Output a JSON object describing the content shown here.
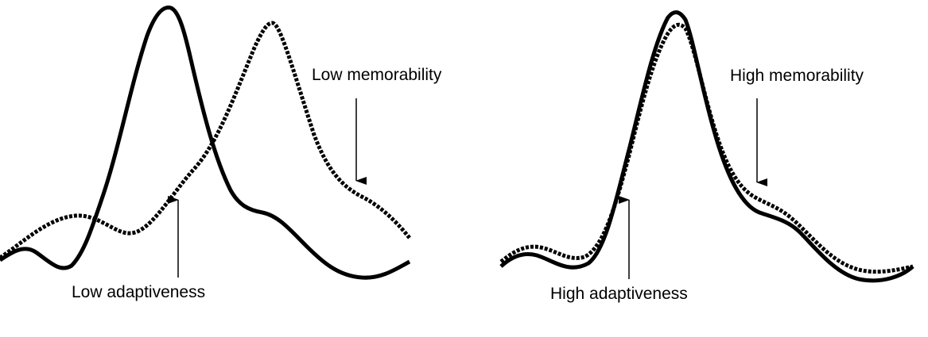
{
  "panels": [
    {
      "id": "low",
      "annotation_top": "Low memorability",
      "annotation_bottom": "Low adaptiveness"
    },
    {
      "id": "high",
      "annotation_top": "High memorability",
      "annotation_bottom": "High adaptiveness"
    }
  ],
  "style": {
    "curve_color": "#000000",
    "arrow_color": "#000000",
    "solid_curve": "solid",
    "dashed_curve": "dotted"
  }
}
